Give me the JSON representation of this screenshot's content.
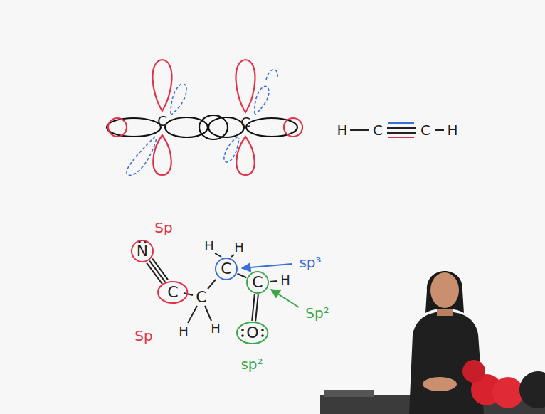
{
  "diagram": {
    "nodes": [
      {
        "text": [
          "N"
        ]
      },
      {
        "text": [
          "C"
        ]
      },
      {
        "text": [
          "C"
        ]
      },
      {
        "text": [
          "C"
        ]
      },
      {
        "text": [
          "O"
        ]
      }
    ],
    "edges": [
      {
        "from": 0,
        "to": 1,
        "arrow": "none"
      },
      {
        "from": 2,
        "to": 3,
        "arrow": "none"
      },
      {
        "from": 3,
        "to": 4,
        "arrow": "none"
      }
    ],
    "labels": [
      "C",
      "C",
      "H",
      "C",
      "C",
      "H",
      "Sp",
      "Sp",
      "H",
      "H",
      "C",
      "H",
      "H",
      "H",
      "sp³",
      "Sp²",
      "sp²"
    ]
  }
}
